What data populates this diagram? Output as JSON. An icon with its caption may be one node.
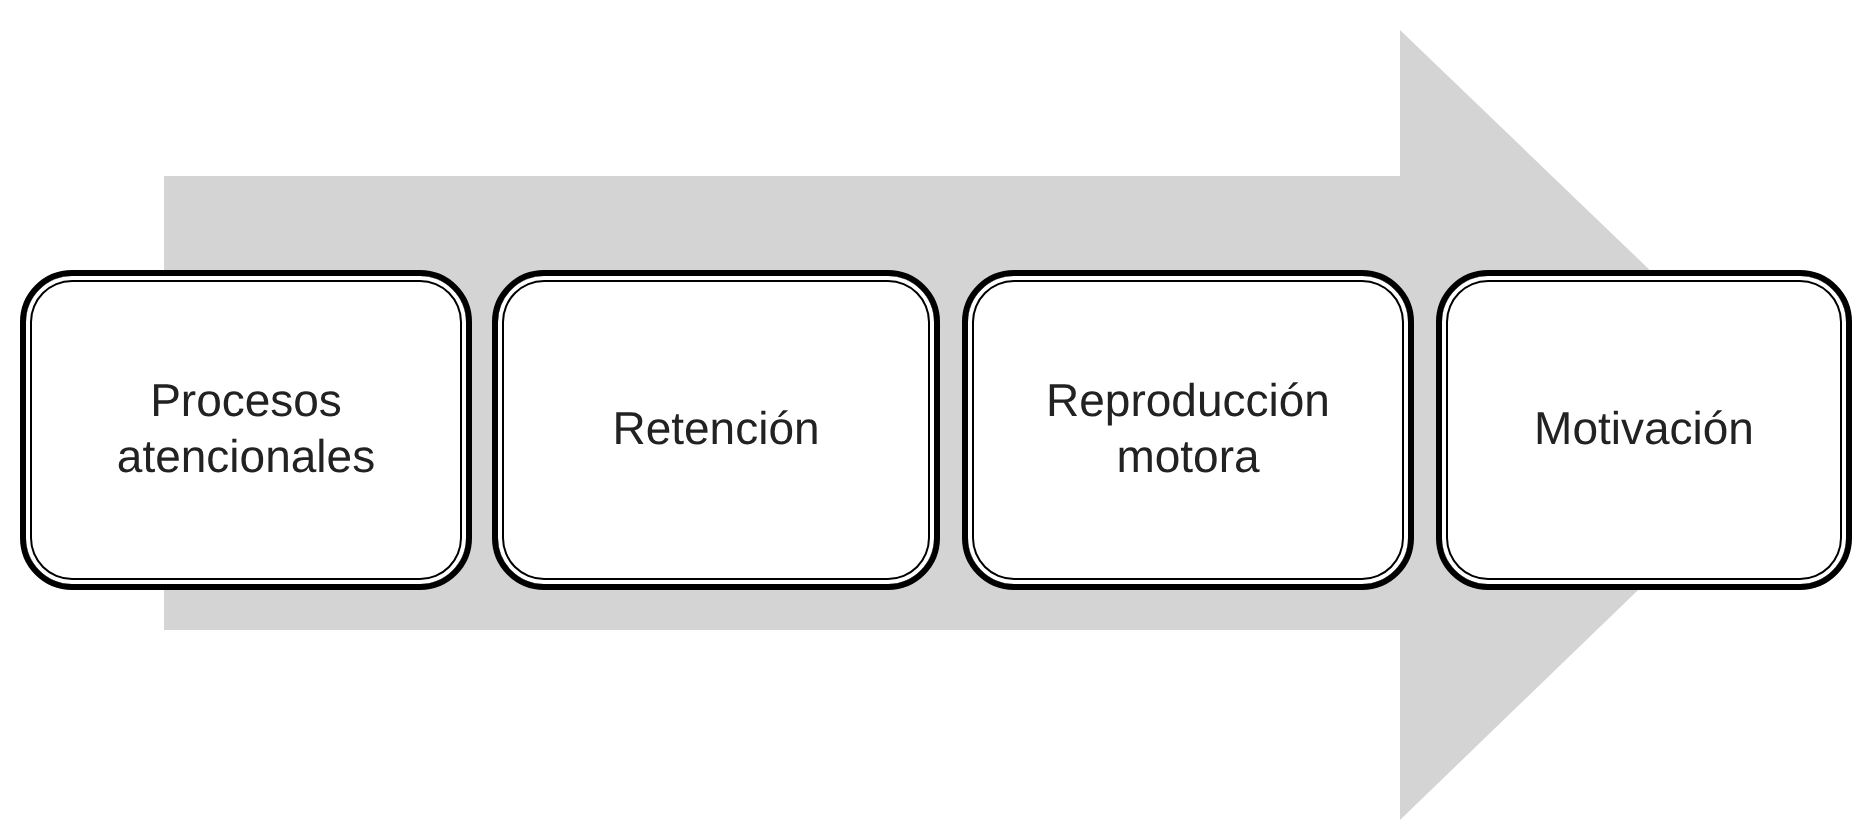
{
  "diagram": {
    "nodes": [
      {
        "text": [
          "Procesos atencionales"
        ]
      },
      {
        "text": [
          "Retención"
        ]
      },
      {
        "text": [
          "Reproducción motora"
        ]
      },
      {
        "text": [
          "Motivación"
        ]
      }
    ],
    "edges": [
      {
        "from": 0,
        "to": 3,
        "arrow": "to"
      }
    ]
  }
}
